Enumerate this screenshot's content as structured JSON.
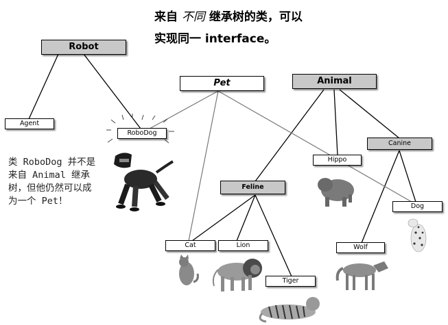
{
  "title": {
    "line1_a": "来自",
    "line1_em": "不同",
    "line1_b": "继承树的类，可以",
    "line2": "实现同一 interface。"
  },
  "note": {
    "line1": "类 RoboDog 并不是",
    "line2": "来自 Animal 继承",
    "line3": "树，但他仍然可以成",
    "line4": "为一个 Pet！"
  },
  "nodes": {
    "robot": "Robot",
    "pet": "Pet",
    "animal": "Animal",
    "agent": "Agent",
    "robodog": "RoboDog",
    "canine": "Canine",
    "hippo": "Hippo",
    "feline": "Feline",
    "dog": "Dog",
    "cat": "Cat",
    "lion": "Lion",
    "wolf": "Wolf",
    "tiger": "Tiger"
  },
  "colors": {
    "abstract_fill": "#c8c8c8",
    "concrete_fill": "#ffffff",
    "inherit_line": "#000000",
    "interface_line": "#777777"
  }
}
